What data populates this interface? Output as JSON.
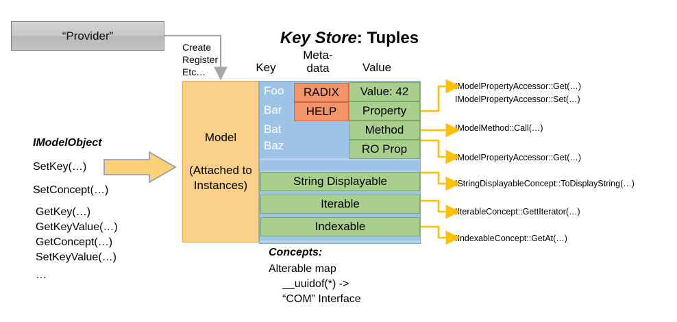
{
  "title": {
    "emphasis": "Key Store",
    "rest": ": Tuples"
  },
  "provider": {
    "label": "“Provider”"
  },
  "create_label": "Create\nRegister\nEtc…",
  "column_headers": {
    "key": "Key",
    "metadata": "Meta-\ndata",
    "value": "Value"
  },
  "model_box": {
    "title": "Model",
    "subtitle": "(Attached to\nInstances)"
  },
  "keys": [
    "Foo",
    "Bar",
    "Bat",
    "Baz"
  ],
  "metadata_cells": [
    "RADIX",
    "HELP"
  ],
  "value_cells": [
    "Value: 42",
    "Property",
    "Method",
    "RO Prop"
  ],
  "concept_rows": [
    "String Displayable",
    "Iterable",
    "Indexable"
  ],
  "imodelobject": {
    "heading": "IModelObject",
    "methods": [
      "SetKey(…)",
      "SetConcept(…)",
      "GetKey(…)",
      "GetKeyValue(…)",
      "GetConcept(…)",
      "SetKeyValue(…)",
      "…"
    ]
  },
  "concepts": {
    "heading": "Concepts:",
    "lines": [
      "Alterable map",
      "__uuidof(*) ->",
      "“COM” Interface"
    ]
  },
  "annotations": [
    "IModelPropertyAccessor::Get(…)",
    "IModelPropertyAccessor::Set(…)",
    "IModelMethod::Call(…)",
    "IModelPropertyAccessor::Get(…)",
    "IStringDisplayableConcept::ToDisplayString(…)",
    "IIterableConcept::GettIterator(…)",
    "IIndexableConcept::GetAt(…)"
  ],
  "colors": {
    "orange_box": "#fbd08a",
    "blue_table": "#9dc3e6",
    "green_cell": "#a9cf8f",
    "orange_cell": "#f4946a",
    "arrow_yellow": "#ffc000",
    "provider_gray": "#c8c8c8",
    "gray_connector": "#a6a6a6"
  }
}
